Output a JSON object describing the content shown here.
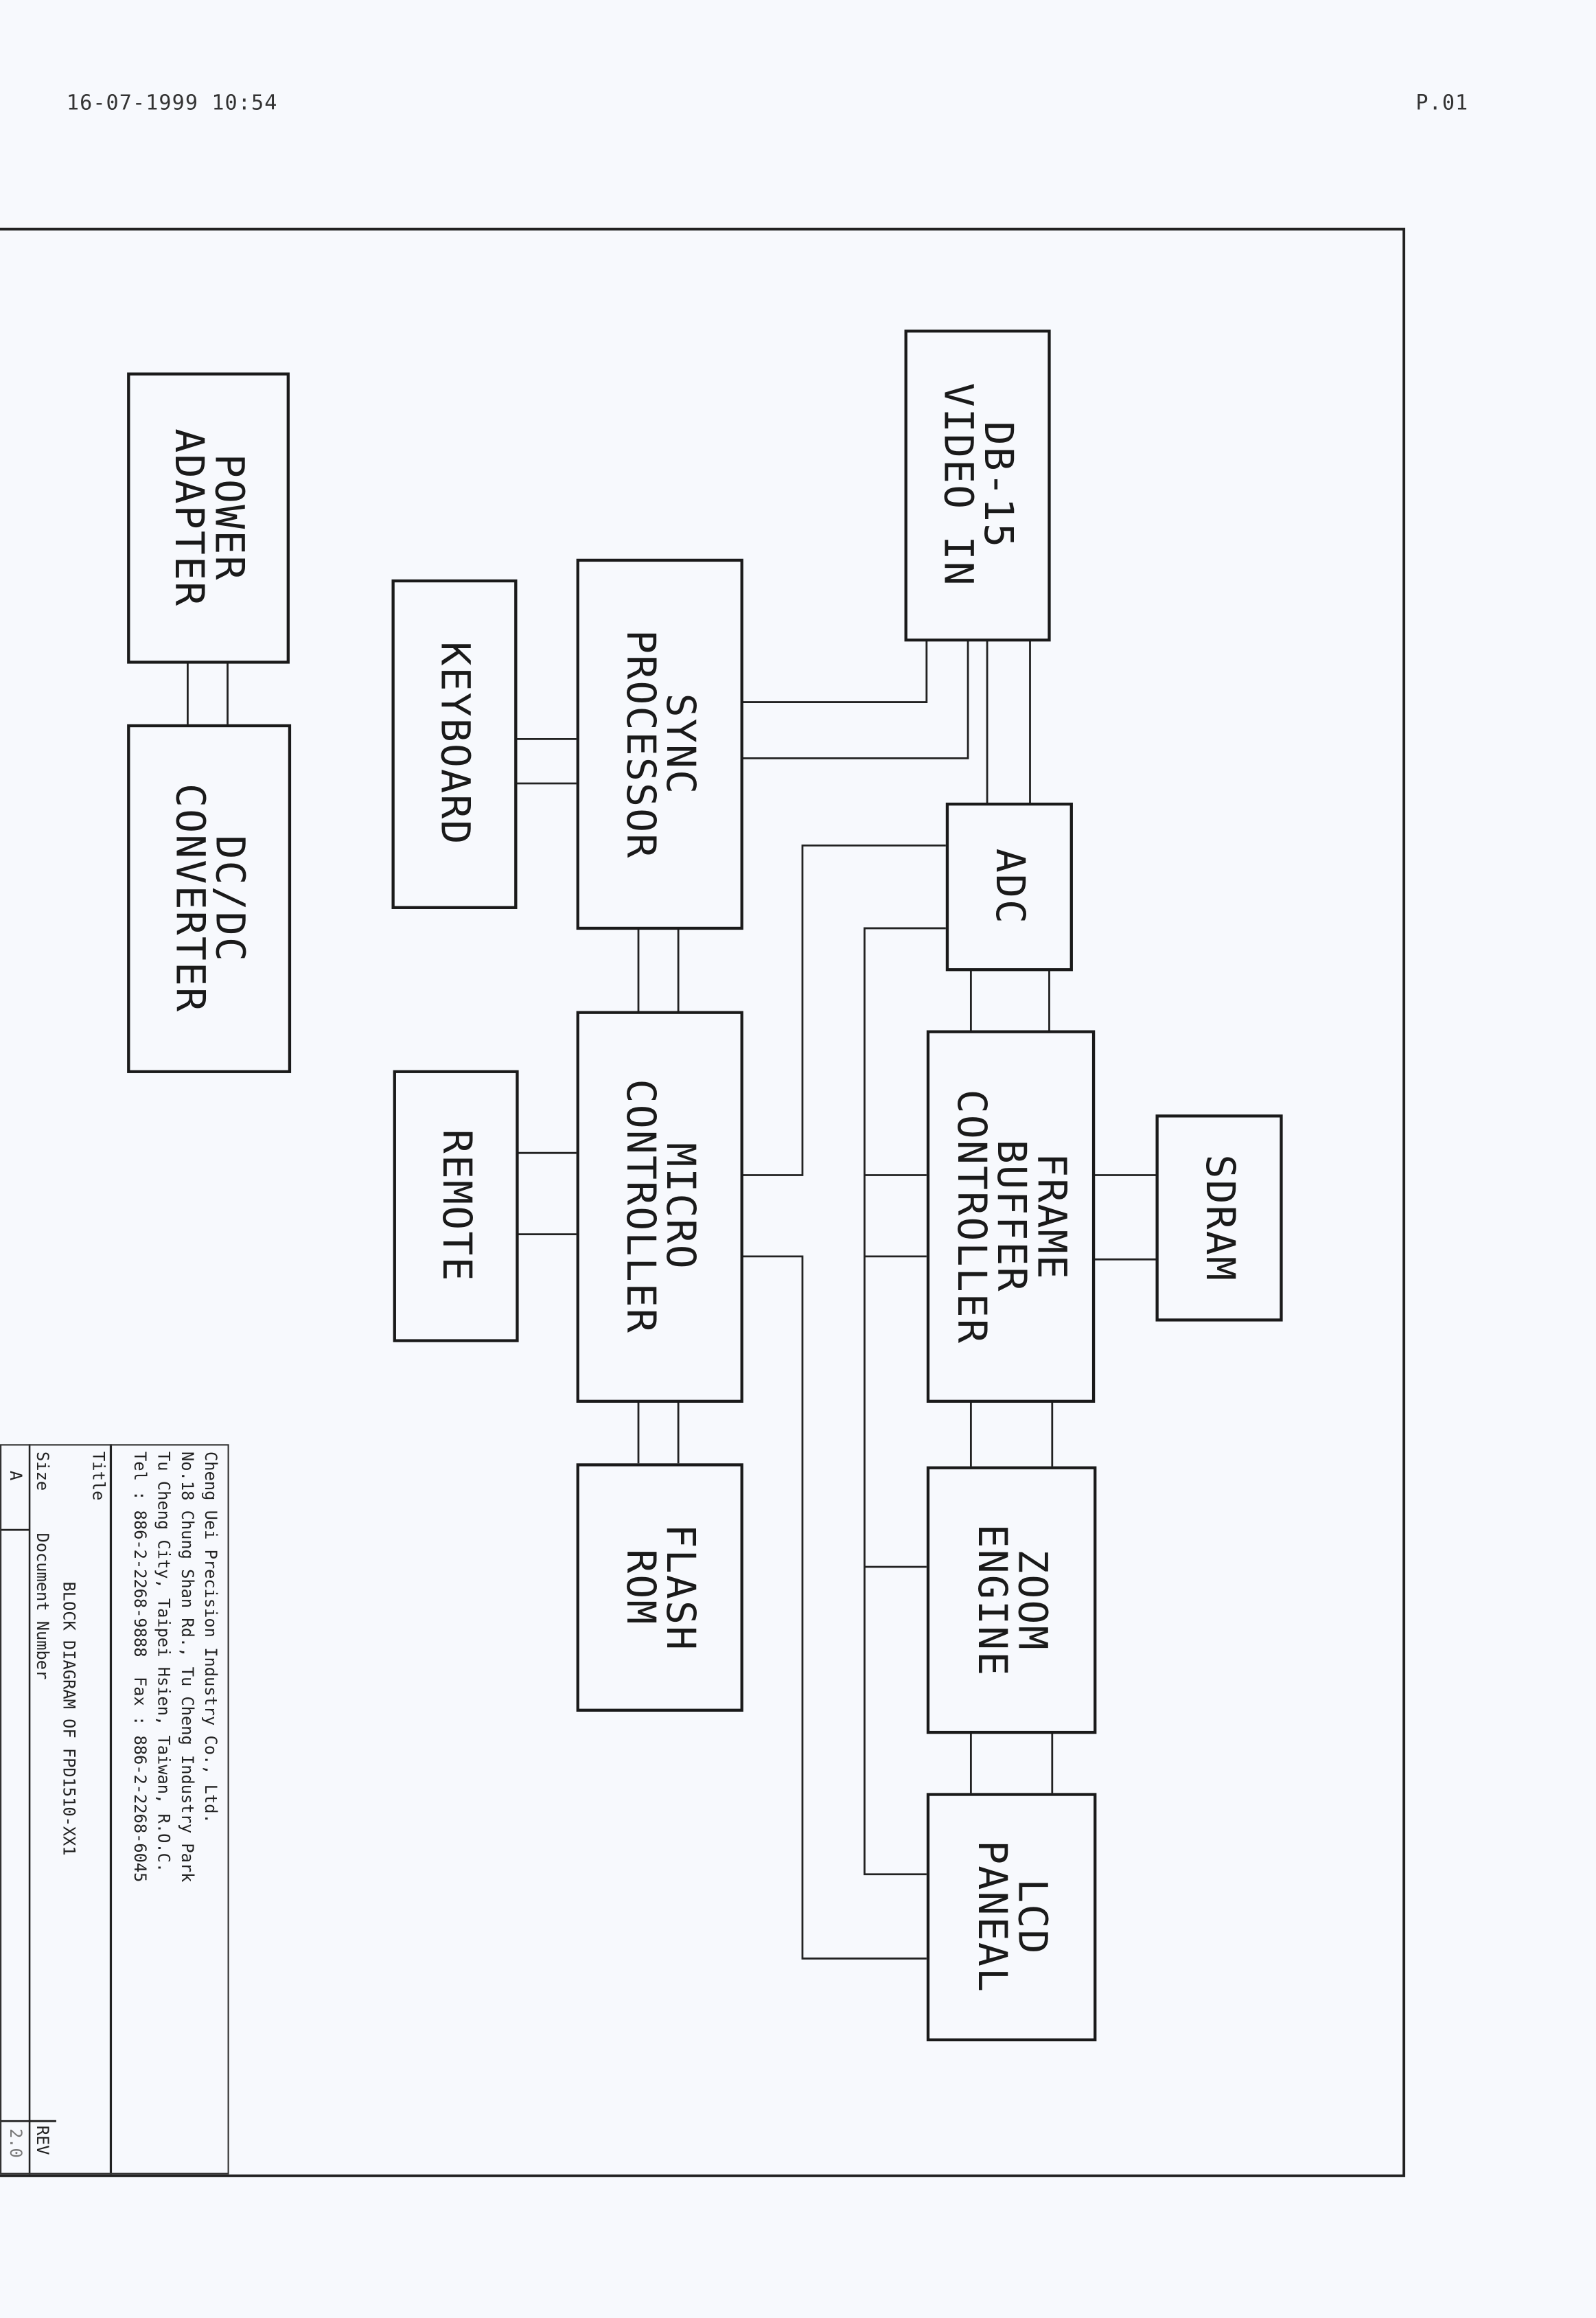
{
  "header": {
    "datetime": "16-07-1999  10:54",
    "page": "P.01"
  },
  "blocks": {
    "power_adapter": "POWER\nADAPTER",
    "dcdc": "DC/DC\nCONVERTER",
    "keyboard": "KEYBOARD",
    "sync": "SYNC\nPROCESSOR",
    "db15": "DB-15\nVIDEO IN",
    "adc": "ADC",
    "remote": "REMOTE",
    "micro": "MICRO\nCONTROLLER",
    "fbc": "FRAME\nBUFFER\nCONTROLLER",
    "sdram": "SDRAM",
    "flash": "FLASH\nROM",
    "zoom": "ZOOM\nENGINE",
    "lcd": "LCD\nPANEAL"
  },
  "title_block": {
    "company": "Cheng Uei Precision Industry Co., Ltd.",
    "address1": "No.18 Chung Shan Rd., Tu Cheng Industry Park",
    "address2": "Tu Cheng City, Taipei Hsien, Taiwan, R.O.C.",
    "contact": "Tel : 886-2-2268-9888  Fax : 886-2-2268-6045",
    "title_label": "Title",
    "title": "BLOCK DIAGRAM OF FPD1510-XX1",
    "size_label": "Size",
    "size": "A",
    "docnum_label": "Document Number",
    "rev_label": "REV",
    "rev": "2.0"
  }
}
